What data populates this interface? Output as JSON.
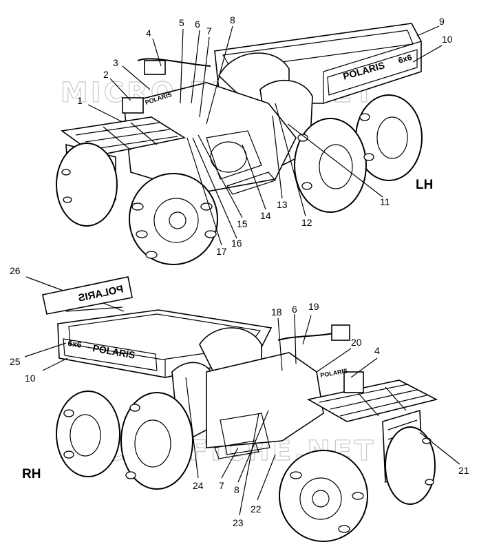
{
  "watermark": "MICRO FICHE.NET",
  "views": {
    "lh": {
      "label": "LH"
    },
    "rh": {
      "label": "RH"
    }
  },
  "decals": {
    "polaris": "POLARIS",
    "model_6x6": "6x6",
    "polaris_mirrored": "POLARIS"
  },
  "callouts_lh": [
    "1",
    "2",
    "3",
    "4",
    "5",
    "6",
    "7",
    "8",
    "9",
    "10",
    "11",
    "12",
    "13",
    "14",
    "15",
    "16",
    "17"
  ],
  "callouts_rh": [
    "26",
    "18",
    "6",
    "19",
    "20",
    "4",
    "25",
    "10",
    "21",
    "24",
    "7",
    "8",
    "22",
    "23"
  ]
}
